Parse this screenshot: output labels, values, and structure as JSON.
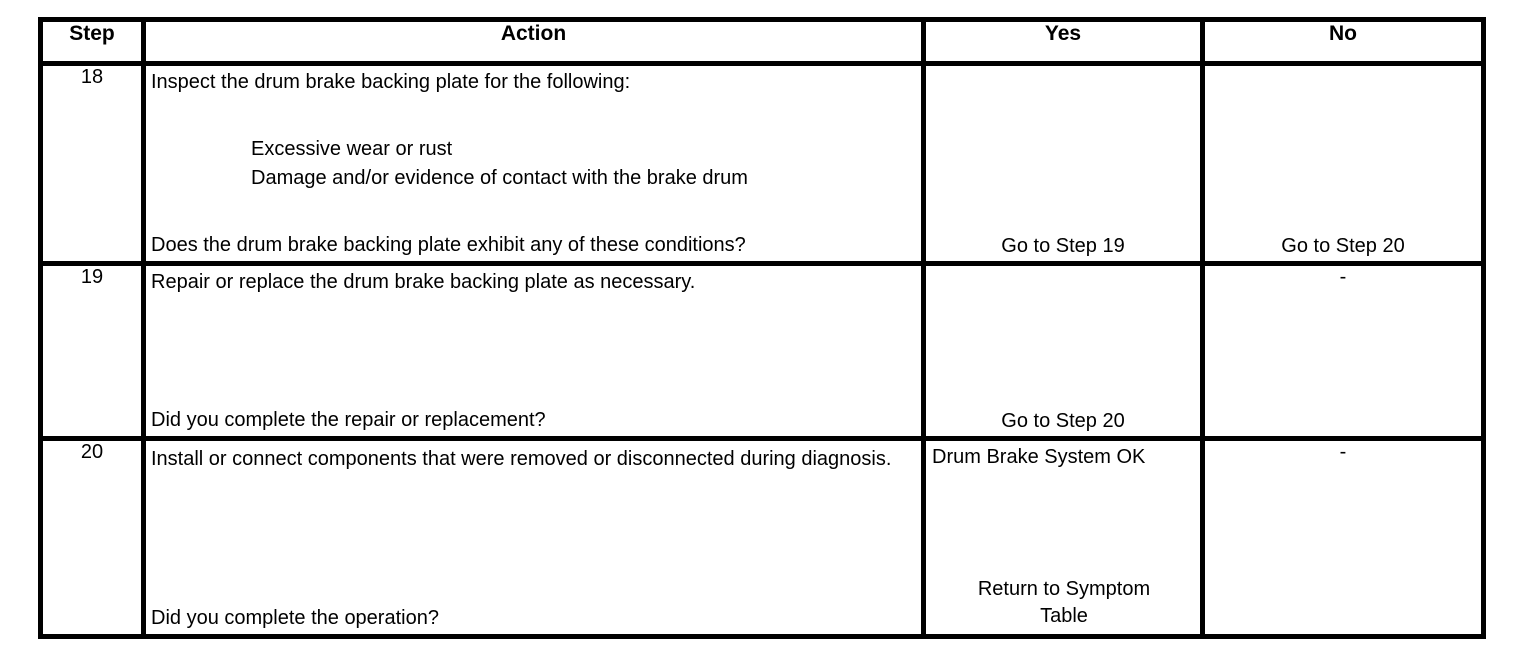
{
  "table": {
    "headers": {
      "step": "Step",
      "action": "Action",
      "yes": "Yes",
      "no": "No"
    },
    "rows": [
      {
        "step": "18",
        "action_intro": "Inspect the drum brake backing plate for the following:",
        "action_items": [
          "Excessive wear or rust",
          "Damage and/or evidence of contact with the brake drum"
        ],
        "action_question": "Does the drum brake backing plate exhibit any of these conditions?",
        "yes": "Go to Step 19",
        "no": "Go to Step 20"
      },
      {
        "step": "19",
        "action_intro": "Repair or replace the drum brake backing plate as necessary.",
        "action_question": "Did you complete the repair or replacement?",
        "yes": "Go to Step 20",
        "no": "-"
      },
      {
        "step": "20",
        "action_intro": "Install or connect components that were removed or disconnected during diagnosis.",
        "action_question": "Did you complete the operation?",
        "yes_top": "Drum Brake System OK",
        "yes_bottom": "Return to Symptom Table",
        "no": "-"
      }
    ]
  }
}
